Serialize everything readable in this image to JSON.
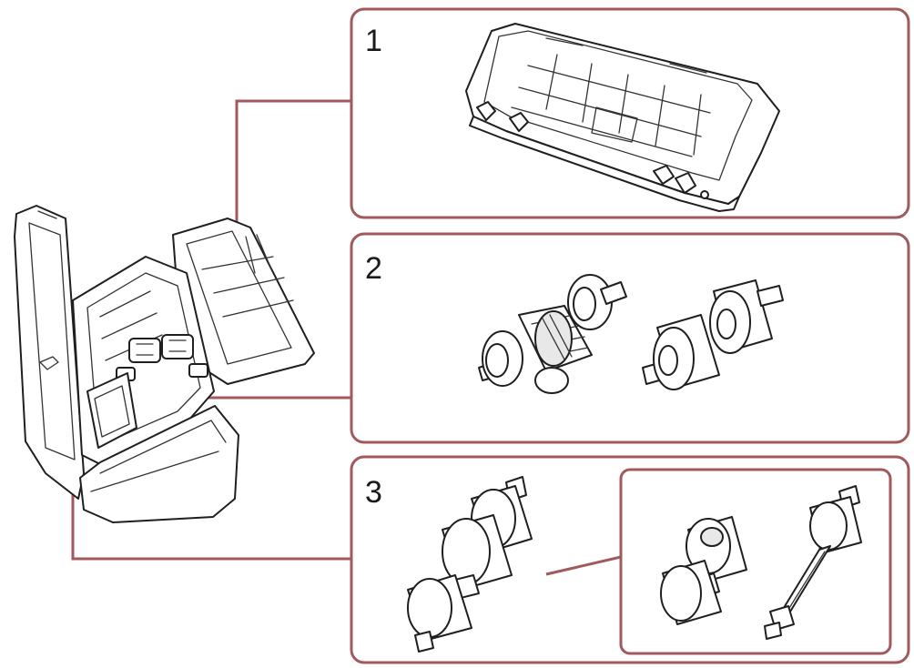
{
  "callouts": [
    {
      "label": "1"
    },
    {
      "label": "2"
    },
    {
      "label": "3"
    }
  ],
  "colors": {
    "callout_frame": "#a05a5e",
    "outline": "#1f1f1f",
    "fill": "#ffffff",
    "shade": "#e8e8e8"
  },
  "icons": [
    "scanner-open-icon",
    "sheet-guide-icon",
    "brake-roller-icon",
    "pick-roller-icon",
    "feed-roller-icon",
    "roller-assembly-icon",
    "roller-shaft-icon"
  ]
}
